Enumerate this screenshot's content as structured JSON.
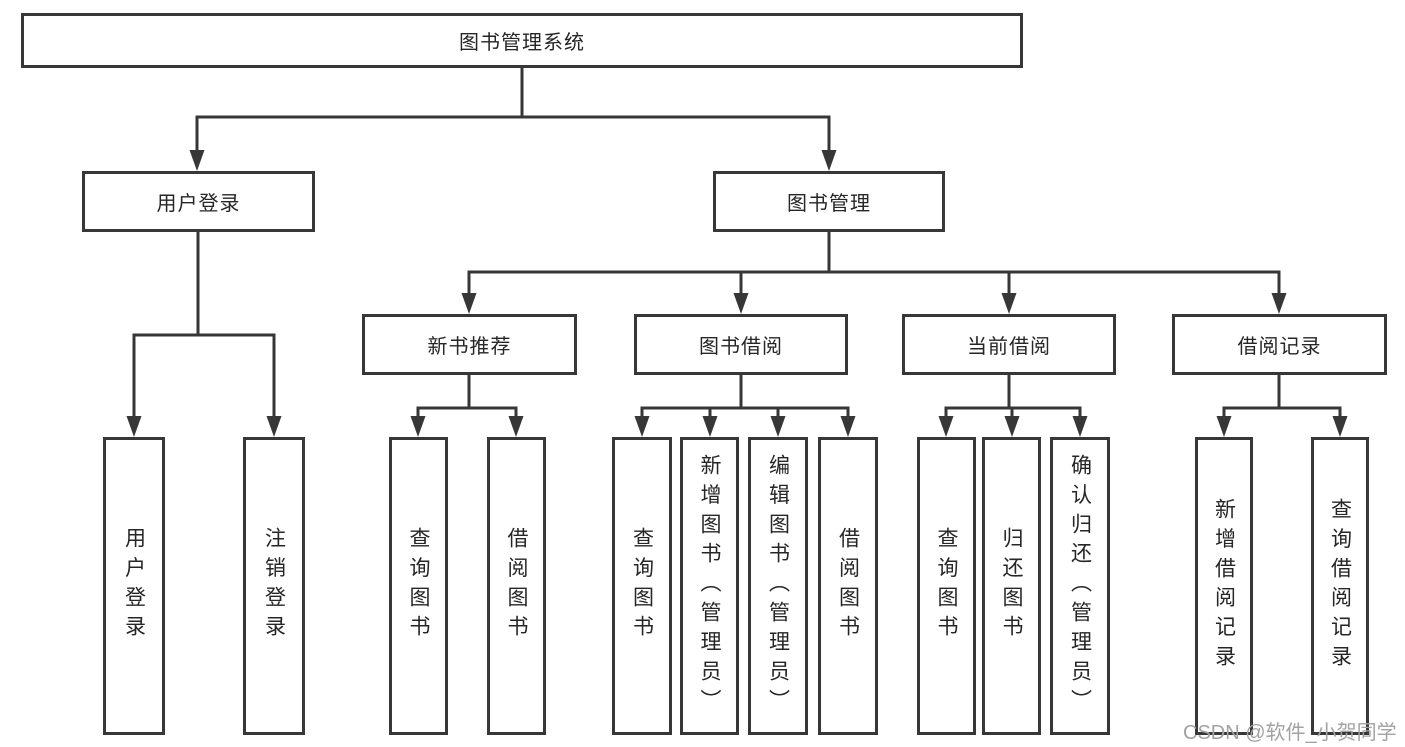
{
  "diagram": {
    "root": {
      "label": "图书管理系统"
    },
    "branches": [
      {
        "label": "用户登录",
        "children": [
          {
            "label": "用户登录"
          },
          {
            "label": "注销登录"
          }
        ]
      },
      {
        "label": "图书管理",
        "children": [
          {
            "label": "新书推荐",
            "children": [
              {
                "label": "查询图书"
              },
              {
                "label": "借阅图书"
              }
            ]
          },
          {
            "label": "图书借阅",
            "children": [
              {
                "label": "查询图书"
              },
              {
                "label": "新增图书（管理员）"
              },
              {
                "label": "编辑图书（管理员）"
              },
              {
                "label": "借阅图书"
              }
            ]
          },
          {
            "label": "当前借阅",
            "children": [
              {
                "label": "查询图书"
              },
              {
                "label": "归还图书"
              },
              {
                "label": "确认归还（管理员）"
              }
            ]
          },
          {
            "label": "借阅记录",
            "children": [
              {
                "label": "新增借阅记录"
              },
              {
                "label": "查询借阅记录"
              }
            ]
          }
        ]
      }
    ]
  },
  "watermark": {
    "text": "CSDN @软件_小贺同学"
  },
  "colors": {
    "line": "#373737",
    "box_border": "#373737",
    "box_bg": "#ffffff",
    "text": "#262626",
    "watermark": "#a2a2a2"
  }
}
